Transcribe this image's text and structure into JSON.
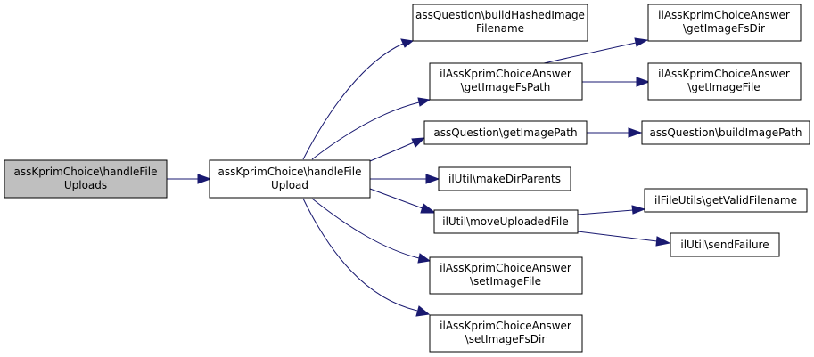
{
  "colors": {
    "edge": "#191970",
    "root_fill": "#bfbfbf",
    "node_fill": "#ffffff",
    "border": "#000000"
  },
  "nodes": {
    "handle_file_uploads": [
      "assKprimChoice\\handleFile",
      "Uploads"
    ],
    "handle_file_upload": [
      "assKprimChoice\\handleFile",
      "Upload"
    ],
    "build_hashed_image_filename": [
      "assQuestion\\buildHashedImage",
      "Filename"
    ],
    "get_image_fs_path": [
      "ilAssKprimChoiceAnswer",
      "\\getImageFsPath"
    ],
    "get_image_fs_dir": [
      "ilAssKprimChoiceAnswer",
      "\\getImageFsDir"
    ],
    "get_image_file": [
      "ilAssKprimChoiceAnswer",
      "\\getImageFile"
    ],
    "get_image_path": [
      "assQuestion\\getImagePath"
    ],
    "build_image_path": [
      "assQuestion\\buildImagePath"
    ],
    "make_dir_parents": [
      "ilUtil\\makeDirParents"
    ],
    "move_uploaded_file": [
      "ilUtil\\moveUploadedFile"
    ],
    "get_valid_filename": [
      "ilFileUtils\\getValidFilename"
    ],
    "send_failure": [
      "ilUtil\\sendFailure"
    ],
    "set_image_file": [
      "ilAssKprimChoiceAnswer",
      "\\setImageFile"
    ],
    "set_image_fs_dir": [
      "ilAssKprimChoiceAnswer",
      "\\setImageFsDir"
    ]
  }
}
